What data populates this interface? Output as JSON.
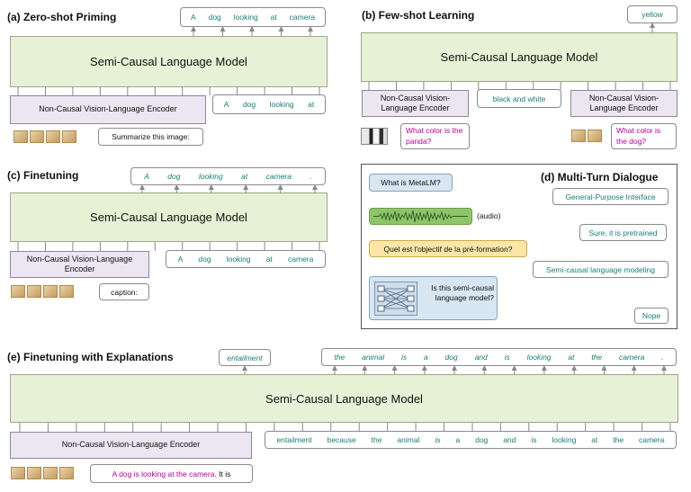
{
  "panel_a": {
    "title": "(a) Zero-shot Priming",
    "model": "Semi-Causal Language Model",
    "encoder": "Non-Causal Vision-Language Encoder",
    "output_tokens": [
      "A",
      "dog",
      "looking",
      "at",
      "camera"
    ],
    "input_tokens": [
      "A",
      "dog",
      "looking",
      "at"
    ],
    "prompt": "Summarize this image:"
  },
  "panel_b": {
    "title": "(b) Few-shot Learning",
    "model": "Semi-Causal Language Model",
    "output": "yellow",
    "encoder_1": "Non-Causal Vision-Language Encoder",
    "encoder_2": "Non-Causal Vision-Language Encoder",
    "answer_1": "black and white",
    "question_1": "What color is the panda?",
    "question_2": "What color is the dog?"
  },
  "panel_c": {
    "title": "(c) Finetuning",
    "model": "Semi-Causal Language Model",
    "encoder": "Non-Causal Vision-Language Encoder",
    "output_tokens": [
      "A",
      "dog",
      "looking",
      "at",
      "camera",
      "."
    ],
    "input_tokens": [
      "A",
      "dog",
      "looking",
      "at",
      "camera"
    ],
    "prompt": "caption:"
  },
  "panel_d": {
    "title": "(d) Multi-Turn Dialogue",
    "q1": "What is MetaLM?",
    "a1": "General-Purpose Interface",
    "audio_label": "(audio)",
    "a2": "Sure, it is pretrained",
    "q3": "Quel est l'objectif de la pré-formation?",
    "a3": "Semi-causal language modeling",
    "q4": "Is this semi-causal language model?",
    "a4": "Nope"
  },
  "panel_e": {
    "title": "(e) Finetuning with Explanations",
    "model": "Semi-Causal Language Model",
    "encoder": "Non-Causal Vision-Language Encoder",
    "output_label": "entailment",
    "output_tokens": [
      "the",
      "animal",
      "is",
      "a",
      "dog",
      "and",
      "is",
      "looking",
      "at",
      "the",
      "camera",
      "."
    ],
    "input_tokens": [
      "entailment",
      "because",
      "the",
      "animal",
      "is",
      "a",
      "dog",
      "and",
      "is",
      "looking",
      "at",
      "the",
      "camera"
    ],
    "prompt_magenta": "A dog is looking at the camera.",
    "prompt_black": "It is"
  },
  "colors": {
    "model_fill": "#e7f1d5",
    "encoder_fill": "#ece6f2",
    "token_text": "#167e76",
    "question_text": "#b8009a",
    "user_bubble": "#d8e6f2",
    "french_bubble": "#fbe6a6",
    "audio_wave": "#8fc46a"
  }
}
